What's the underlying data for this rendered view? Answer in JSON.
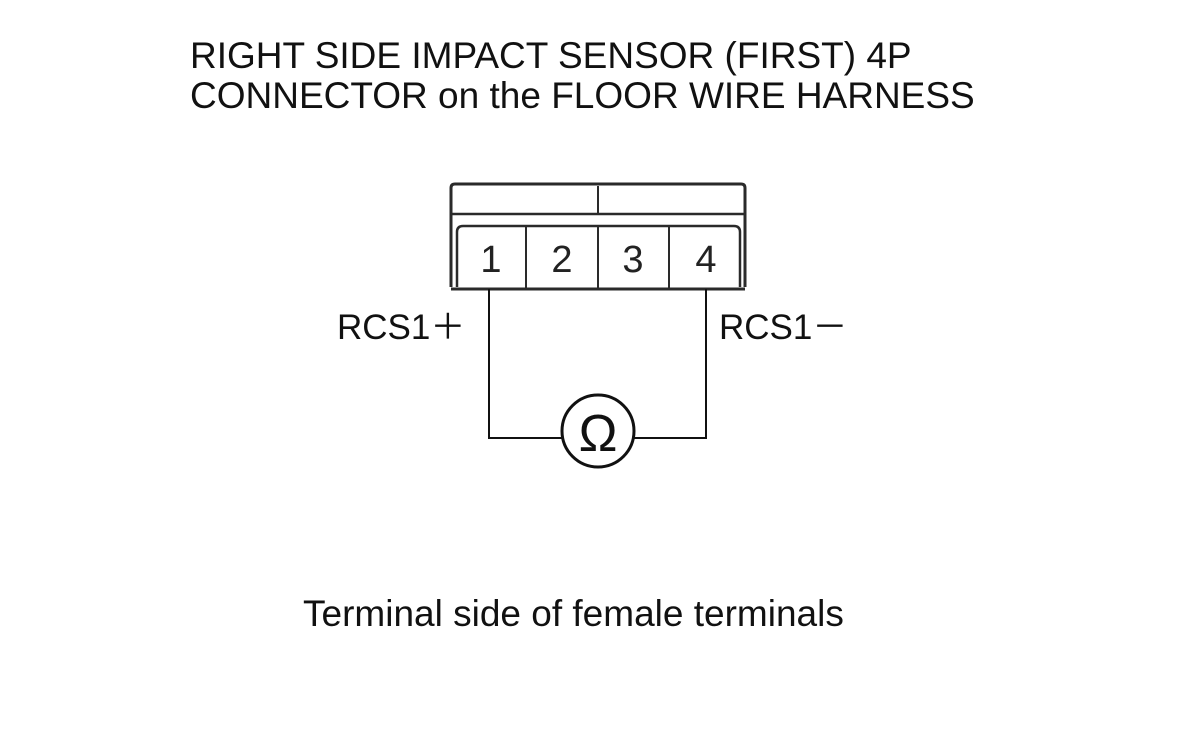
{
  "title": {
    "line1": "RIGHT SIDE IMPACT SENSOR (FIRST) 4P",
    "line2": "CONNECTOR on the FLOOR WIRE HARNESS"
  },
  "connector": {
    "terminals": [
      "1",
      "2",
      "3",
      "4"
    ]
  },
  "labels": {
    "left": "RCS1＋",
    "right": "RCS1－"
  },
  "meter": {
    "symbol": "Ω"
  },
  "caption": "Terminal side of female terminals"
}
